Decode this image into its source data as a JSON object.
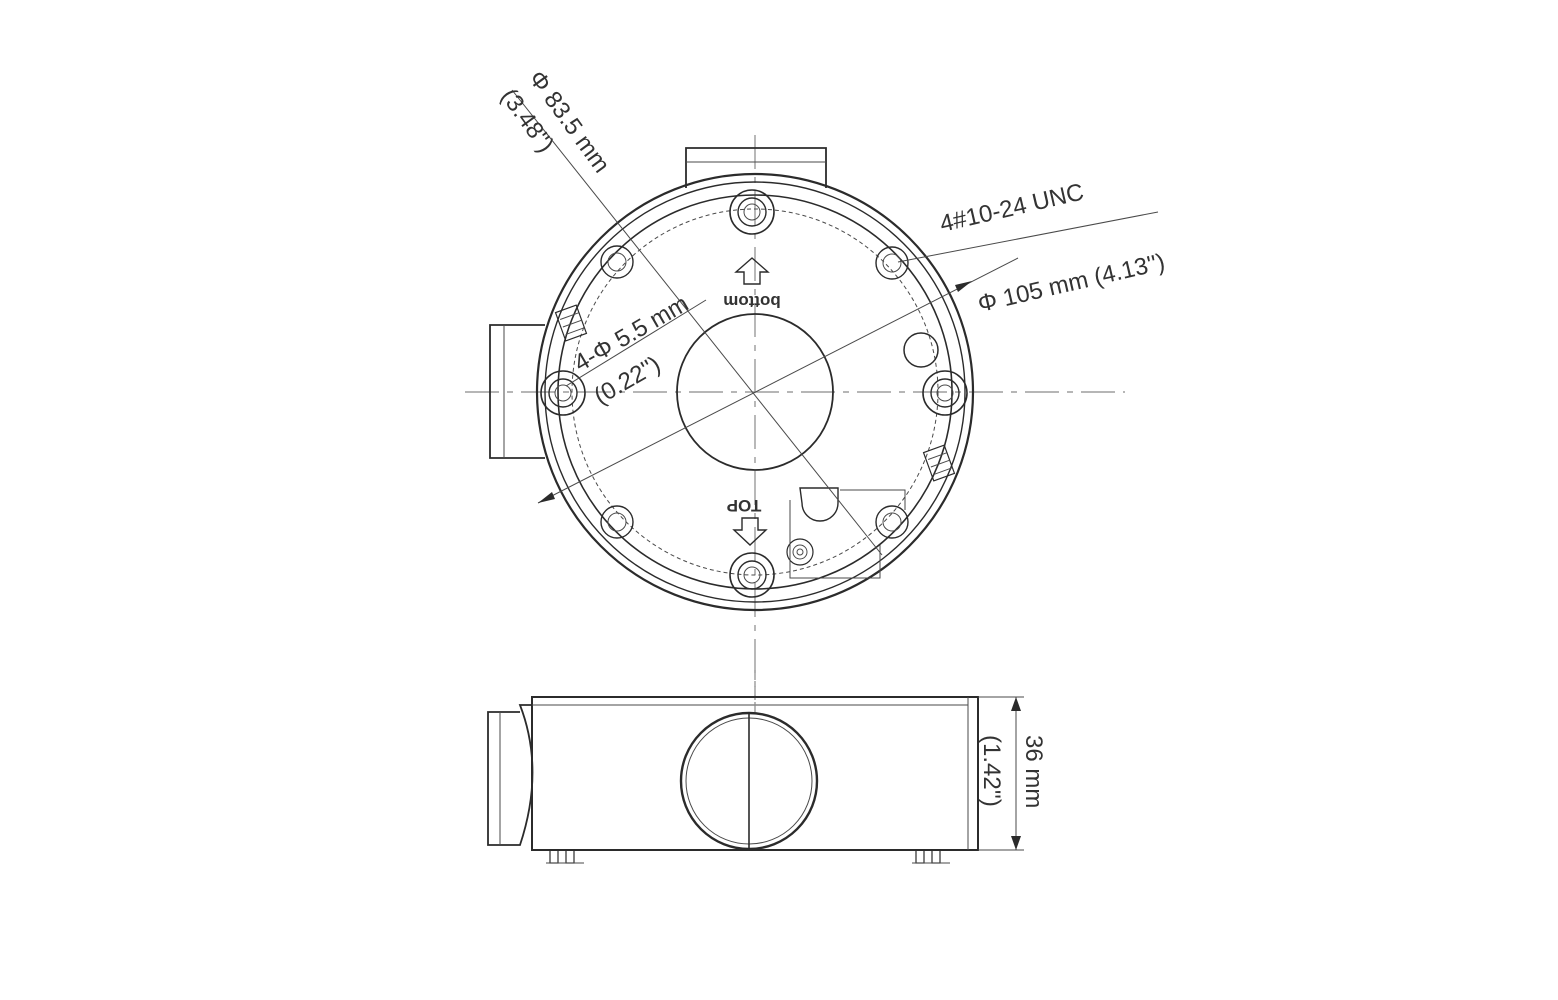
{
  "top_view": {
    "outer_diameter": "Φ 105 mm (4.13'')",
    "inner_diameter_mm": "Φ 83.5 mm",
    "inner_diameter_in": "(3.48'')",
    "thread_spec": "4#10-24 UNC",
    "hole_size_mm": "4-Φ 5.5 mm",
    "hole_size_in": "(0.22'')",
    "mark_bottom": "bottom",
    "mark_top": "TOP"
  },
  "side_view": {
    "height_mm": "36 mm",
    "height_in": "(1.42'')"
  },
  "colors": {
    "line": "#2b2b2b",
    "centerline": "#8a8a8a",
    "text": "#333333"
  }
}
